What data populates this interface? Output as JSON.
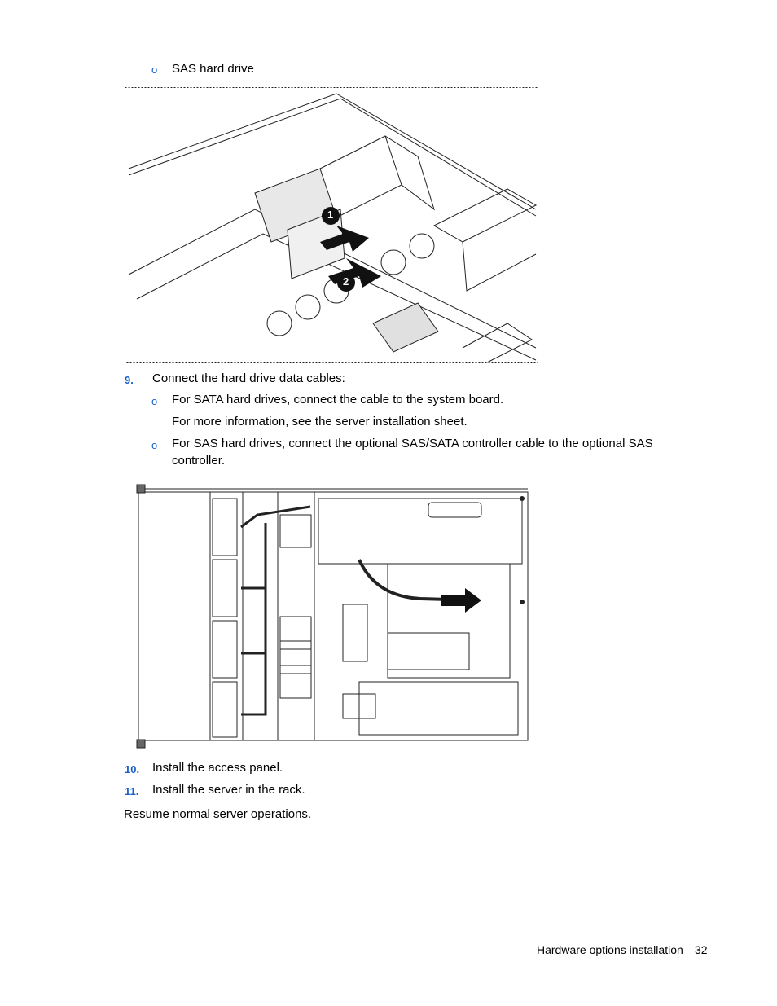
{
  "colors": {
    "accent": "#1a5fc8",
    "text": "#000000",
    "line_art": "#222222"
  },
  "bullet_symbol": "o",
  "top_bullet": {
    "text": "SAS hard drive"
  },
  "figure1": {
    "callouts": [
      "1",
      "2"
    ],
    "description_icons": [
      "hard-drive-illustration",
      "insert-arrow-icon"
    ]
  },
  "steps": [
    {
      "number": "9.",
      "text": "Connect the hard drive data cables:",
      "bullets": [
        {
          "text": "For SATA hard drives, connect the cable to the system board.",
          "note": "For more information, see the server installation sheet."
        },
        {
          "text_line1": "For SAS hard drives, connect the optional SAS/SATA controller cable to the optional SAS",
          "text_line2": "controller."
        }
      ]
    },
    {
      "number": "10.",
      "text": "Install the access panel."
    },
    {
      "number": "11.",
      "text": "Install the server in the rack."
    }
  ],
  "closing": "Resume normal server operations.",
  "footer": {
    "section": "Hardware options installation",
    "page": "32"
  }
}
